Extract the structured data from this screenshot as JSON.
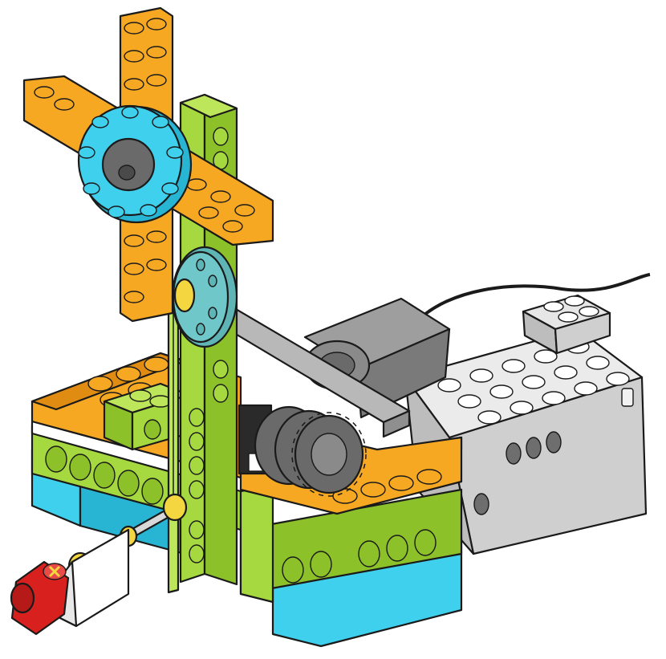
{
  "scene": {
    "subject": "building-instructions-model",
    "colors": {
      "orange": "#f7a823",
      "orange_dark": "#e08b12",
      "lime": "#a6d93f",
      "lime_dark": "#8cc12a",
      "azure": "#3fd0ee",
      "azure_dark": "#27b5d3",
      "white": "#ffffff",
      "light_gray": "#d8d8d8",
      "mid_gray": "#a8a8a8",
      "dark_gray": "#555555",
      "red": "#d8211f",
      "yellow": "#f4d641",
      "teal_pulley": "#6fc7c9",
      "outline": "#1a1a1a"
    },
    "icons": [
      "windmill-cross-beams",
      "cyan-round-plate",
      "teal-pulley-wheel",
      "vertical-lime-beam",
      "gear-stack",
      "motor",
      "smart-hub",
      "hub-connector-cable",
      "red-crank-handle"
    ]
  }
}
